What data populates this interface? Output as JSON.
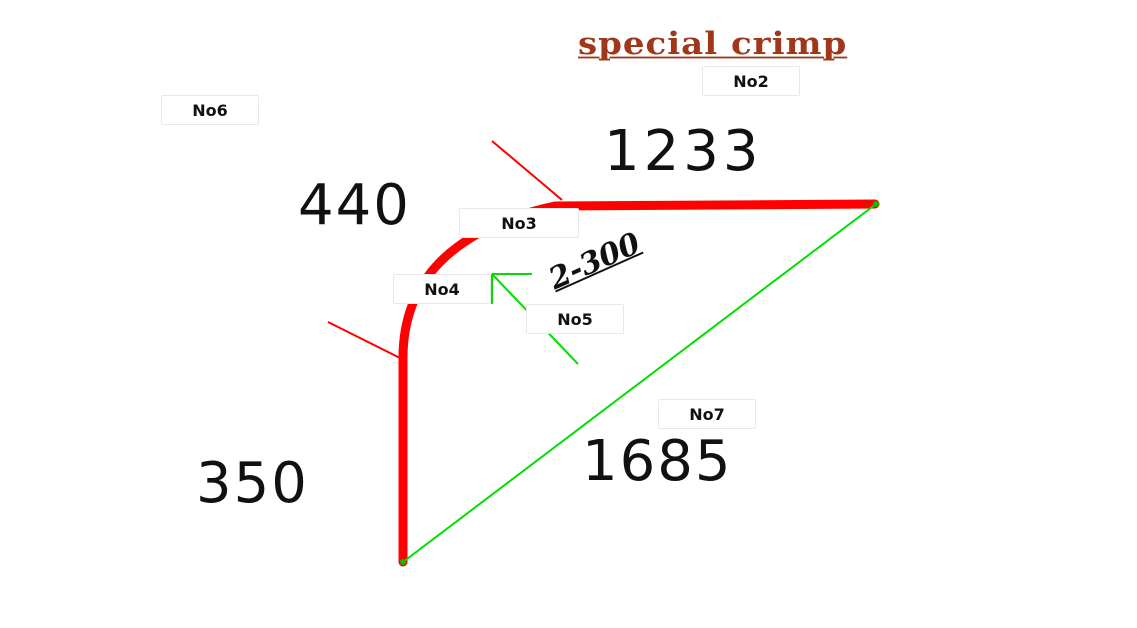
{
  "title": "special  crimp",
  "dimensions": {
    "top": "1233",
    "arc": "440",
    "left": "350",
    "diagonal": "1685"
  },
  "pitch_label": "2-300",
  "tags": {
    "no2": "No2",
    "no3": "No3",
    "no4": "No4",
    "no5": "No5",
    "no6": "No6",
    "no7": "No7"
  },
  "colors": {
    "bar": "#ff0000",
    "guide": "#00e000",
    "title": "#a0361a",
    "text": "#111111"
  }
}
